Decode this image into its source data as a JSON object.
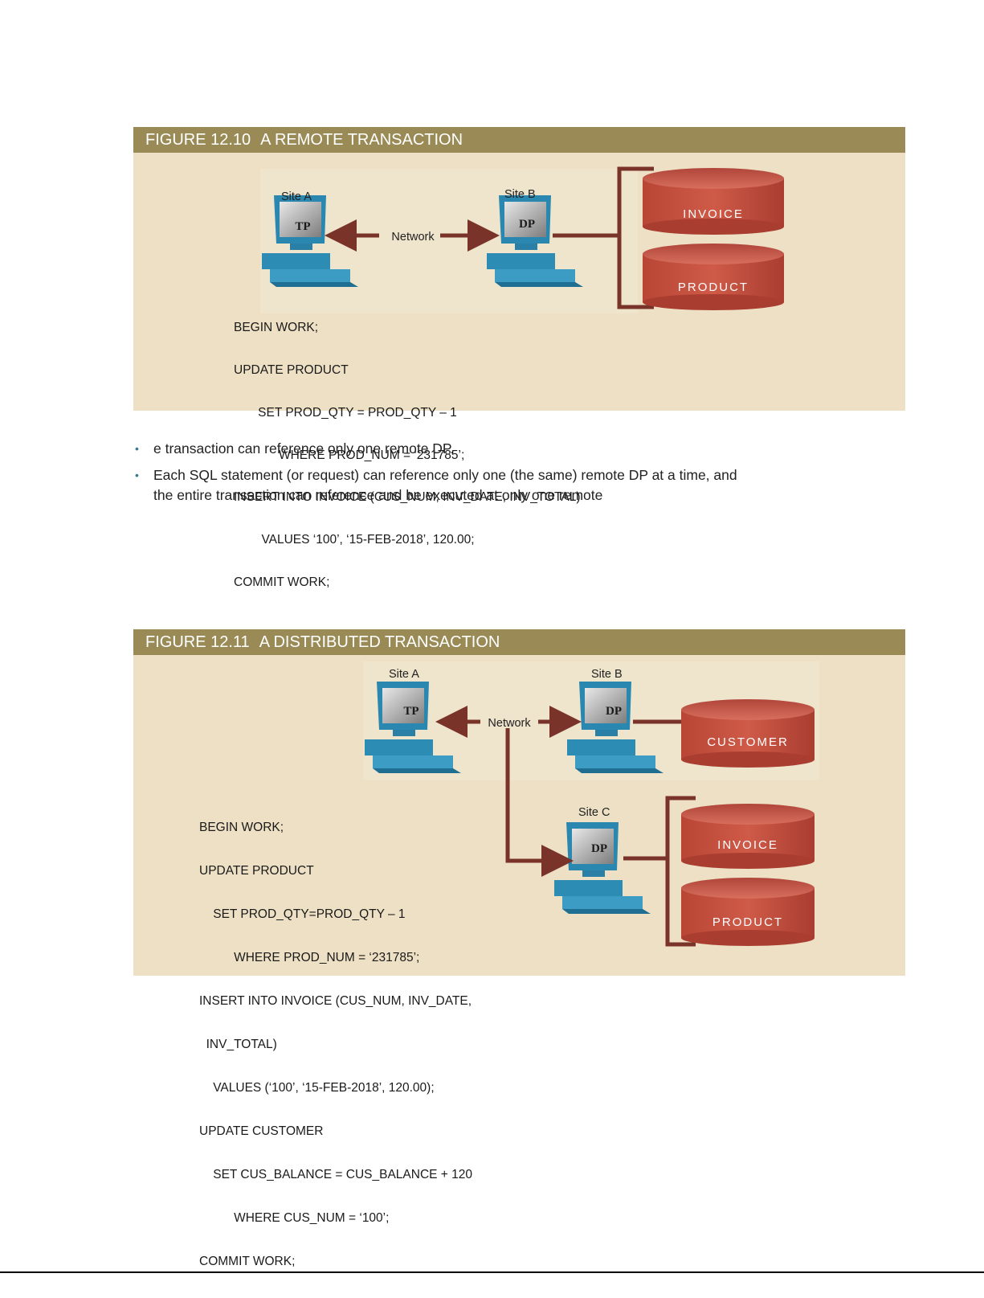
{
  "figure1": {
    "number": "FIGURE 12.10",
    "title": "A REMOTE TRANSACTION",
    "site_a": "Site A",
    "site_b": "Site B",
    "tp": "TP",
    "dp": "DP",
    "network": "Network",
    "db1": "INVOICE",
    "db2": "PRODUCT",
    "code": [
      "BEGIN WORK;",
      "UPDATE PRODUCT",
      "       SET PROD_QTY = PROD_QTY – 1",
      "             WHERE PROD_NUM = ‘231785’;",
      "INSERT INTO INVOICE (CUS_NUM, INV_DATE, INV_TOTAL)",
      "        VALUES ‘100’, ‘15-FEB-2018’, 120.00;",
      "COMMIT WORK;"
    ]
  },
  "bullets": [
    "e transaction can reference only one remote DP.",
    "Each SQL statement (or request) can reference only one (the same) remote DP at a time, and the entire transaction can reference and be executed at only one remote"
  ],
  "figure2": {
    "number": "FIGURE 12.11",
    "title": "A DISTRIBUTED TRANSACTION",
    "site_a": "Site A",
    "site_b": "Site B",
    "site_c": "Site C",
    "tp": "TP",
    "dp_b": "DP",
    "dp_c": "DP",
    "network": "Network",
    "db_customer": "CUSTOMER",
    "db_invoice": "INVOICE",
    "db_product": "PRODUCT",
    "code": [
      "BEGIN WORK;",
      "UPDATE PRODUCT",
      "    SET PROD_QTY=PROD_QTY – 1",
      "          WHERE PROD_NUM = ‘231785’;",
      "INSERT INTO INVOICE (CUS_NUM, INV_DATE,",
      "  INV_TOTAL)",
      "    VALUES (‘100’, ‘15-FEB-2018’, 120.00);",
      "UPDATE CUSTOMER",
      "    SET CUS_BALANCE = CUS_BALANCE + 120",
      "          WHERE CUS_NUM = ‘100’;",
      "COMMIT WORK;"
    ]
  },
  "colors": {
    "header_bar": "#9a8b56",
    "panel": "#ede0c4",
    "arrow": "#7a3328",
    "db_red": "#c4503f",
    "monitor_blue": "#2f8fb5"
  }
}
